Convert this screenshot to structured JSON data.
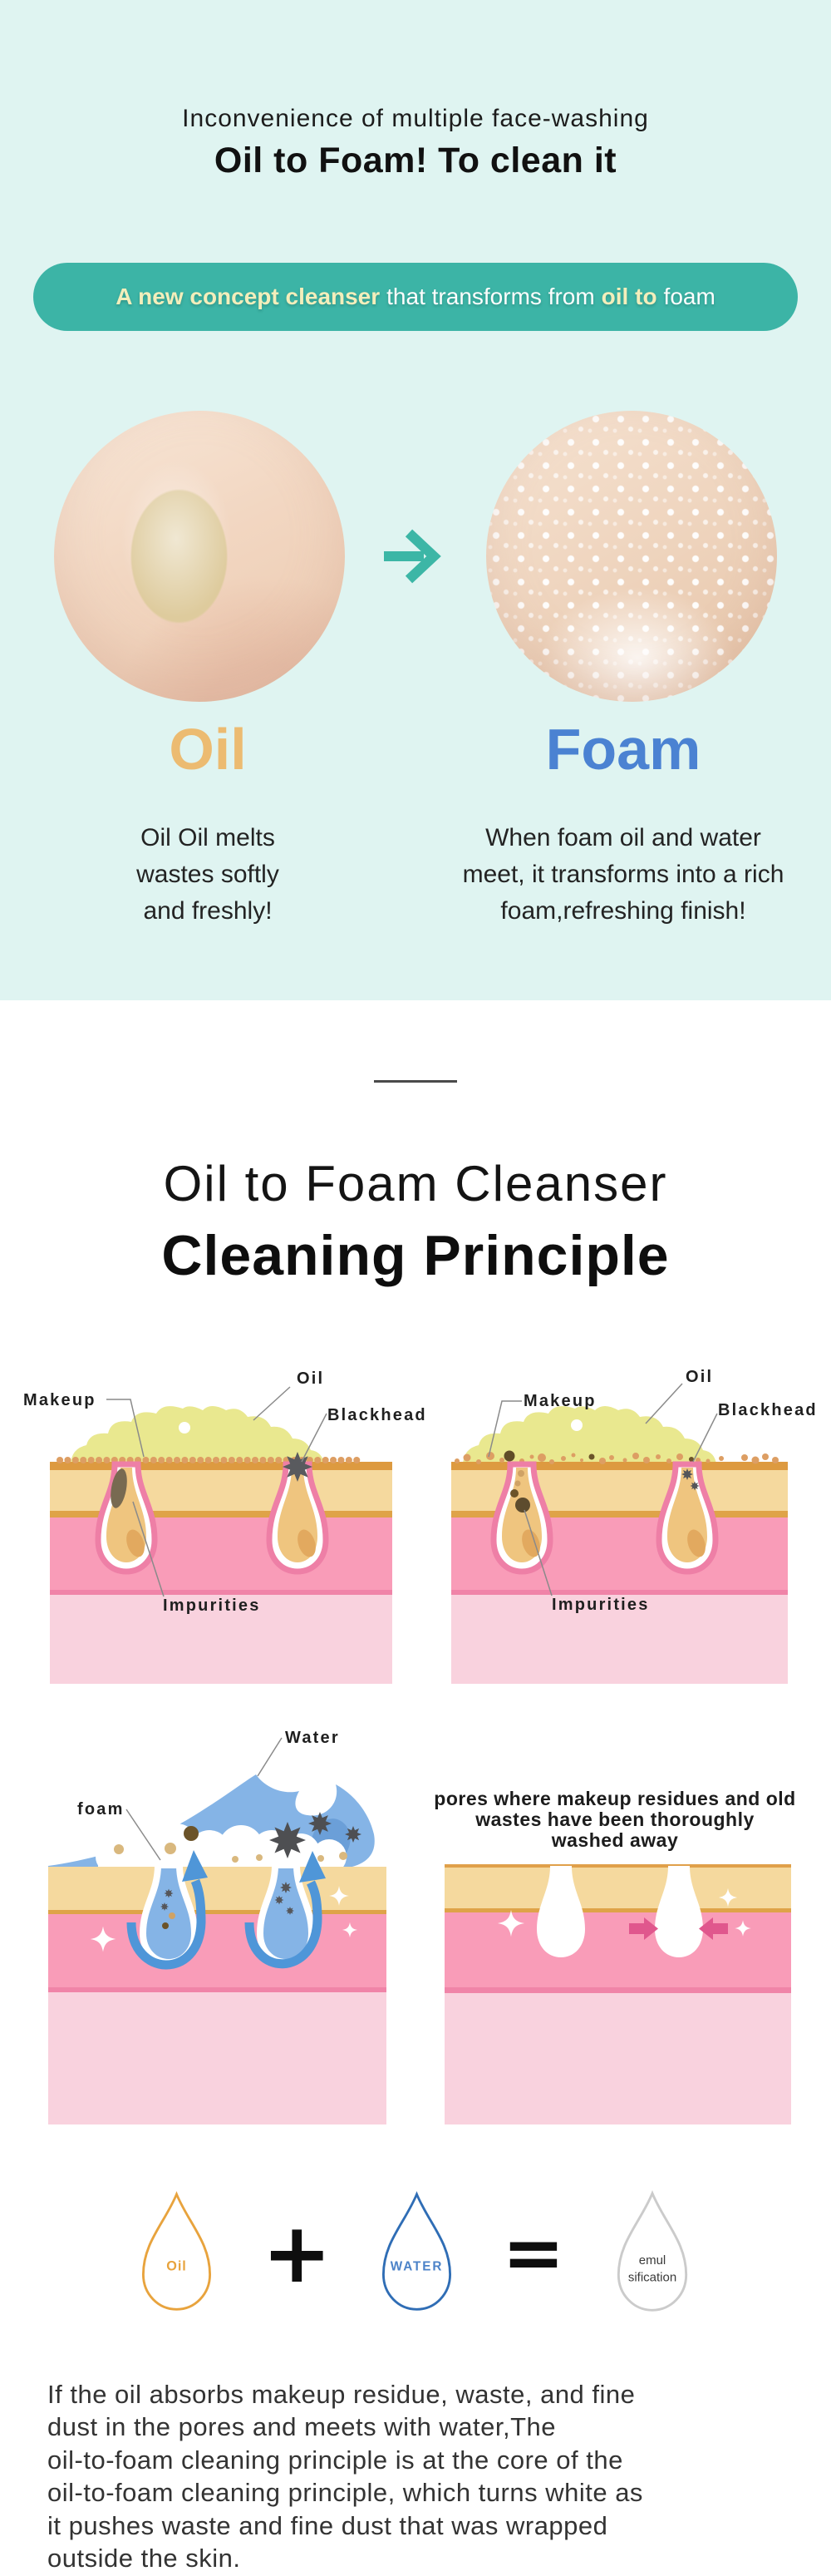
{
  "colors": {
    "mint_background": "#dff4f1",
    "banner_teal": "#3cb4a6",
    "banner_yellow": "#f3eebb",
    "oil_gold": "#ecbb71",
    "foam_blue": "#4b82d2",
    "arrow_teal": "#3cb6a6",
    "oil_blob_yellow": "#e9e88f",
    "epidermis_tan": "#f5d99e",
    "dermis_pink": "#f99cb8",
    "pore_outline_pink": "#ee7fa6",
    "water_blue": "#85b4e6",
    "flow_arrow_blue": "#4f96d8",
    "tighten_arrow_pink": "#e0578d",
    "drop_oil_outline": "#e8a33d",
    "drop_water_outline": "#2f6db5",
    "drop_emulsification_outline": "#cbcbcb"
  },
  "hero": {
    "title_line1": "Inconvenience of multiple face-washing",
    "title_line2": "Oil to Foam! To clean it",
    "banner": {
      "bold_lead": "A new concept cleanser",
      "mid": "that transforms from",
      "bold_oil": "oil to",
      "tail": "foam"
    },
    "oil_label": "Oil",
    "oil_desc": "Oil Oil melts\nwastes softly\nand freshly!",
    "foam_label": "Foam",
    "foam_desc": "When foam oil and water\nmeet, it transforms into a rich\nfoam,refreshing finish!"
  },
  "principle": {
    "heading_line1": "Oil to Foam Cleanser",
    "heading_line2": "Cleaning Principle",
    "panel1": {
      "makeup": "Makeup",
      "oil": "Oil",
      "blackhead": "Blackhead",
      "impurities": "Impurities"
    },
    "panel2": {
      "makeup": "Makeup",
      "oil": "Oil",
      "blackhead": "Blackhead",
      "impurities": "Impurities"
    },
    "panel3": {
      "water": "Water",
      "foam": "foam"
    },
    "panel4": {
      "caption_line1": "pores where makeup residues and old",
      "caption_line2": "wastes have been thoroughly",
      "caption_line3": "washed away"
    },
    "equation": {
      "oil": "Oil",
      "plus": "+",
      "water": "WATER",
      "equals": "=",
      "result_line1": "emul",
      "result_line2": "sification"
    },
    "outro": "If the oil absorbs makeup residue, waste, and fine\ndust in the pores and meets with water,The\noil-to-foam cleaning principle is at the core of the\noil-to-foam cleaning principle, which turns white as\nit pushes waste and fine dust that was wrapped\noutside the skin."
  }
}
